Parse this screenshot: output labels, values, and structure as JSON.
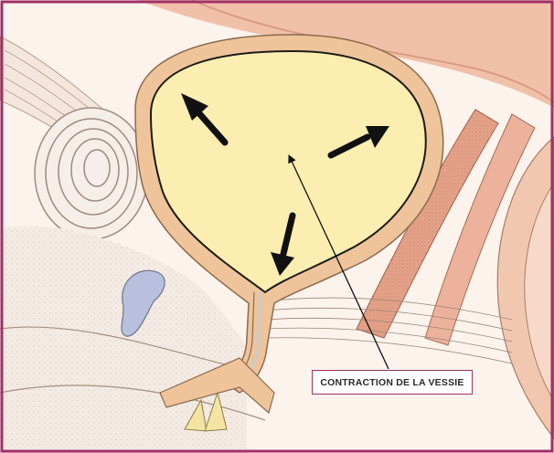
{
  "figure": {
    "frame_color": "#a0306a",
    "background_color": "#fbf3ec",
    "bladder_fill": "#fbeeb0",
    "bladder_wall_color": "#efc49a",
    "skin_color": "#f1bfa8",
    "muscle_color": "#e8a289",
    "ovary_color": "#b8c0de",
    "gland_color": "#f3e4a2",
    "icons": [
      "expansion-arrow",
      "pointer-arrow"
    ]
  },
  "callout": {
    "label": "CONTRACTION DE LA VESSIE"
  }
}
